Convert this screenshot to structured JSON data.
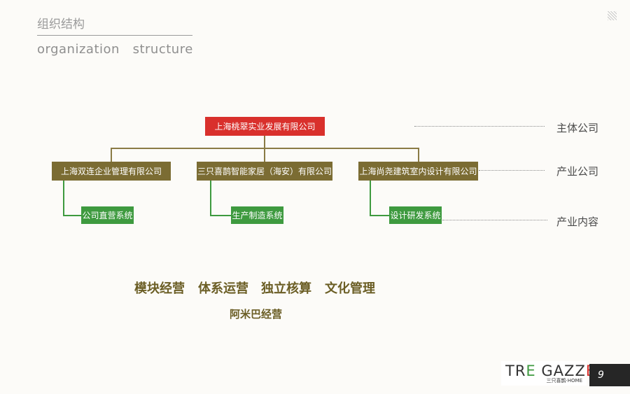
{
  "header": {
    "title_cn": "组织结构",
    "title_en": "organization   structure"
  },
  "org": {
    "root": "上海桃翠实业发展有限公司",
    "subsidiaries": [
      "上海双连企业管理有限公司",
      "三只喜鹊智能家居（海安）有限公司",
      "上海尚尧建筑室内设计有限公司"
    ],
    "systems": [
      "公司直营系统",
      "生产制造系统",
      "设计研发系统"
    ]
  },
  "side_labels": {
    "main_company": "主体公司",
    "industry_company": "产业公司",
    "industry_content": "产业内容"
  },
  "slogan": {
    "items": [
      "模块经营",
      "体系运营",
      "独立核算",
      "文化管理"
    ],
    "sub": "阿米巴经营"
  },
  "footer": {
    "logo_name": "TRE GAZZE",
    "logo_sub": "三只喜鹊·HOME",
    "page_number": "9"
  },
  "colors": {
    "root": "#d9302c",
    "subsidiary": "#7b6c33",
    "system": "#3e9a3f",
    "slogan": "#6b5e25"
  }
}
